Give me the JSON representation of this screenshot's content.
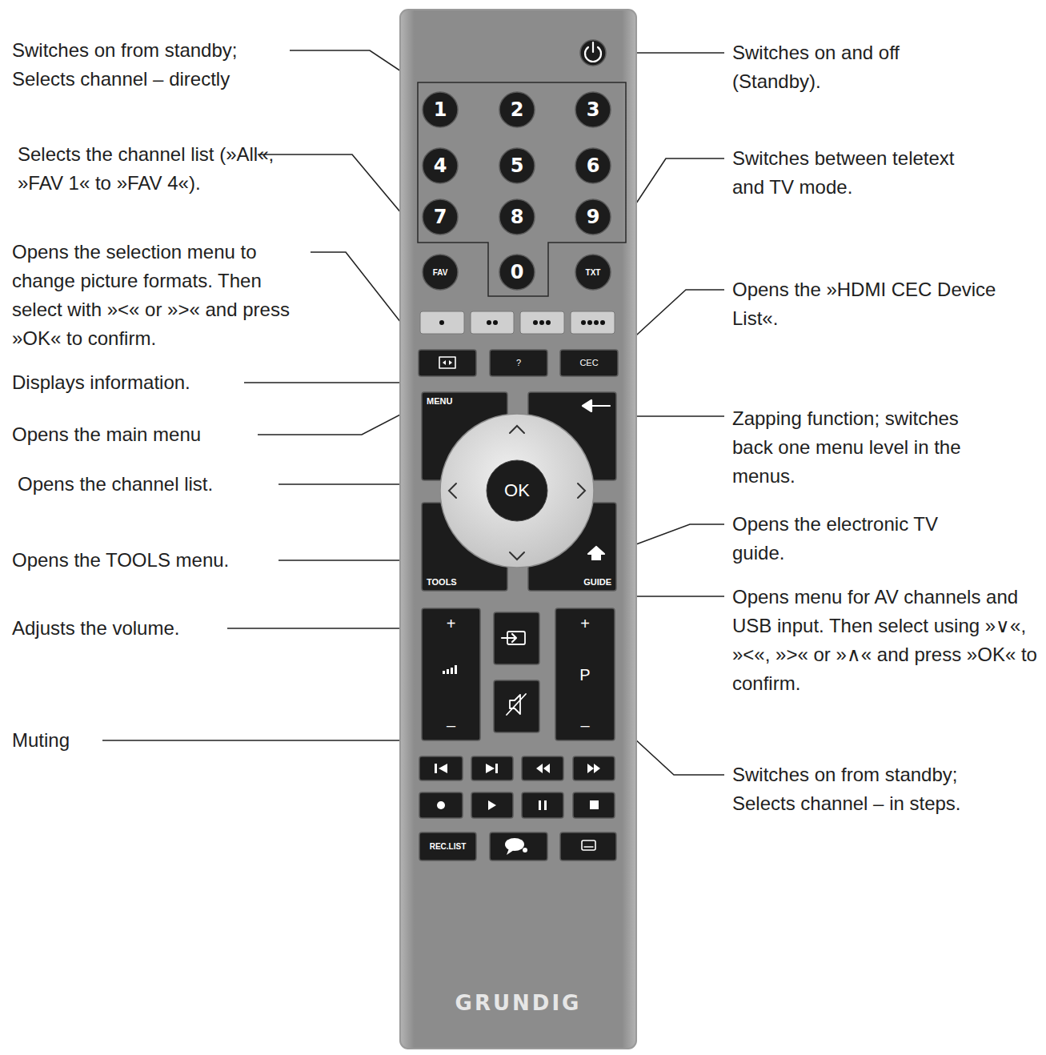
{
  "diagram": {
    "nodes": [
      {
        "text": [
          "GRUNDIG"
        ]
      },
      {
        "text": [
          "1"
        ],
        "in": 0
      },
      {
        "text": [
          "2"
        ],
        "in": 0
      },
      {
        "text": [
          "3"
        ],
        "in": 0
      },
      {
        "text": [
          "4"
        ],
        "in": 0
      },
      {
        "text": [
          "5"
        ],
        "in": 0
      },
      {
        "text": [
          "6"
        ],
        "in": 0
      },
      {
        "text": [
          "7"
        ],
        "in": 0
      },
      {
        "text": [
          "8"
        ],
        "in": 0
      },
      {
        "text": [
          "9"
        ],
        "in": 0
      },
      {
        "text": [
          "FAV"
        ],
        "in": 0
      },
      {
        "text": [
          "0"
        ],
        "in": 0
      },
      {
        "text": [
          "TXT"
        ],
        "in": 0
      },
      {
        "text": [
          "?"
        ],
        "in": 0
      },
      {
        "text": [
          "CEC"
        ],
        "in": 0
      },
      {
        "text": [
          "MENU"
        ],
        "in": 0
      },
      {
        "text": [
          "OK"
        ],
        "in": 0
      },
      {
        "text": [
          "TOOLS"
        ],
        "in": 0
      },
      {
        "text": [
          "GUIDE"
        ],
        "in": 0
      },
      {
        "text": [
          "+",
          "–"
        ],
        "in": 0
      },
      {
        "text": [
          "+",
          "P",
          "–"
        ],
        "in": 0
      },
      {
        "text": [
          "REC.LIST"
        ],
        "in": 0
      }
    ],
    "labels": [
      "Switches on from standby; Selects channel – directly",
      "Switches on and off (Standby).",
      "Selects the channel list (»All«, »FAV 1« to »FAV 4«).",
      "Switches between teletext and TV mode.",
      "Opens the selection menu to change picture formats. Then select with »<« or »>« and press »OK« to confirm.",
      "Opens the »HDMI CEC Device List«.",
      "Displays information.",
      "Zapping function; switches back one menu level in the menus.",
      "Opens the main menu",
      "Opens the channel list.",
      "Opens the electronic TV guide.",
      "Opens the TOOLS menu.",
      "Opens menu for AV channels and USB input. Then select using »∨«, »<«, »>« or »∧« and press »OK« to confirm.",
      "Adjusts the volume.",
      "Muting",
      "Switches on from standby; Selects channel – in steps."
    ]
  }
}
